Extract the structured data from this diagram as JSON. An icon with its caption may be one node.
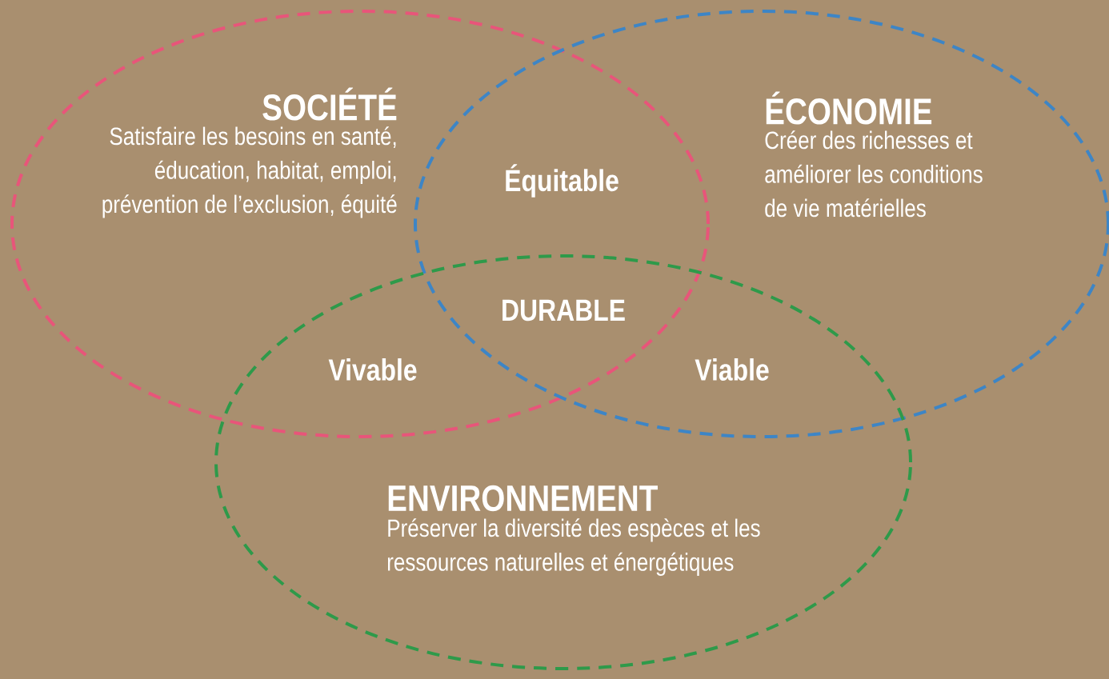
{
  "diagram": {
    "nodes": [
      {
        "text": [
          "SOCIÉTÉ",
          "Satisfaire les besoins en santé, éducation, habitat, emploi, prévention de l’exclusion, équité"
        ]
      },
      {
        "text": [
          "ÉCONOMIE",
          "Créer des richesses et améliorer les conditions de vie matérielles"
        ]
      },
      {
        "text": [
          "ENVIRONNEMENT",
          "Préserver la diversité des espèces et les ressources naturelles et énergétiques"
        ]
      }
    ],
    "labels": [
      "Équitable",
      "DURABLE",
      "Vivable",
      "Viable"
    ]
  }
}
